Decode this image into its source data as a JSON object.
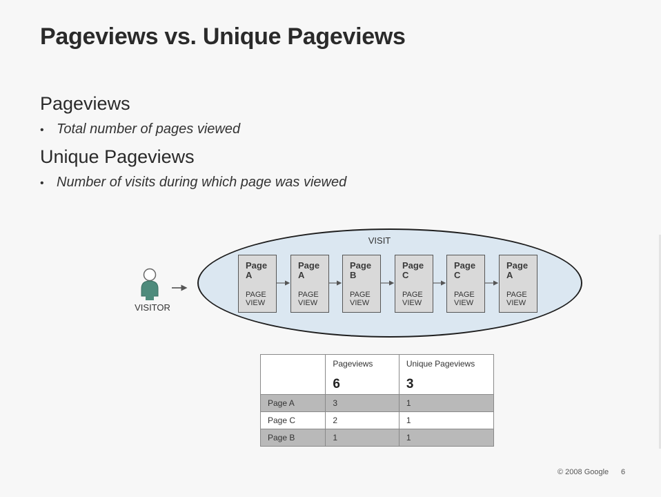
{
  "slide": {
    "title": "Pageviews vs. Unique Pageviews",
    "sections": [
      {
        "heading": "Pageviews",
        "bullet": "Total number of pages viewed"
      },
      {
        "heading": "Unique Pageviews",
        "bullet": "Number of visits during which page was viewed"
      }
    ],
    "bullet_char": "•"
  },
  "diagram": {
    "visit_label": "VISIT",
    "visitor_label": "VISITOR",
    "pages": [
      {
        "name_line1": "Page",
        "name_line2": "A",
        "view_line1": "PAGE",
        "view_line2": "VIEW"
      },
      {
        "name_line1": "Page",
        "name_line2": "A",
        "view_line1": "PAGE",
        "view_line2": "VIEW"
      },
      {
        "name_line1": "Page",
        "name_line2": "B",
        "view_line1": "PAGE",
        "view_line2": "VIEW"
      },
      {
        "name_line1": "Page",
        "name_line2": "C",
        "view_line1": "PAGE",
        "view_line2": "VIEW"
      },
      {
        "name_line1": "Page",
        "name_line2": "C",
        "view_line1": "PAGE",
        "view_line2": "VIEW"
      },
      {
        "name_line1": "Page",
        "name_line2": "A",
        "view_line1": "PAGE",
        "view_line2": "VIEW"
      }
    ],
    "colors": {
      "ellipse_fill": "#dbe7f1",
      "page_fill": "#d9d9d9",
      "visitor_body": "#4e8b7c"
    }
  },
  "table": {
    "headers": [
      "",
      "Pageviews",
      "Unique Pageviews"
    ],
    "totals": [
      "",
      "6",
      "3"
    ],
    "rows": [
      {
        "page": "Page A",
        "pageviews": "3",
        "unique": "1"
      },
      {
        "page": "Page C",
        "pageviews": "2",
        "unique": "1"
      },
      {
        "page": "Page B",
        "pageviews": "1",
        "unique": "1"
      }
    ]
  },
  "footer": {
    "copyright": "© 2008 Google",
    "page_number": "6"
  }
}
